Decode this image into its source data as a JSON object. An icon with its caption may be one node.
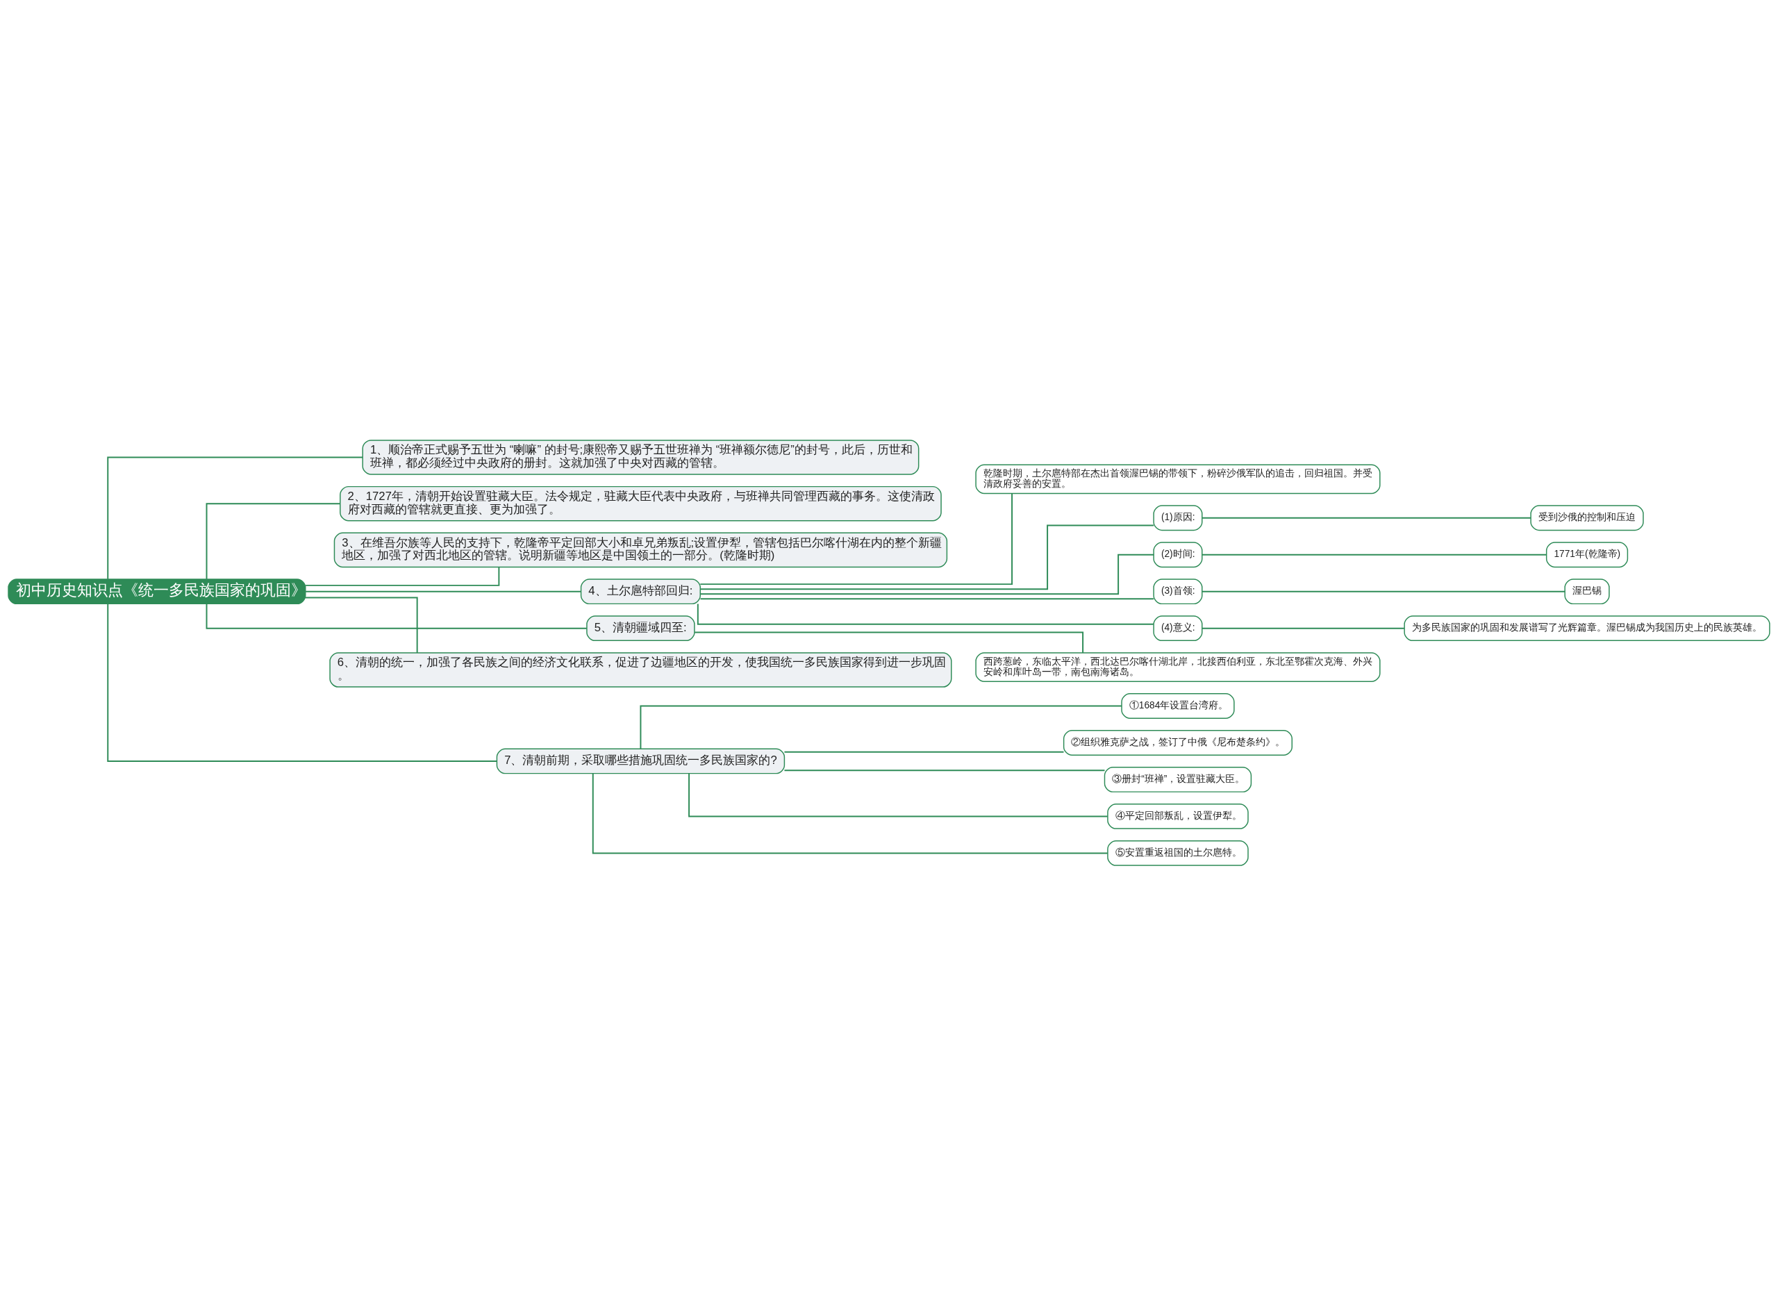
{
  "diagram": {
    "nodes": [
      {
        "text": [
          "初中历史知识点《统一多民族国家的巩固》"
        ]
      },
      {
        "text": [
          "1、顺治帝正式赐予五世为 “喇嘛” 的封号;康熙帝又赐予五世班禅为 “班禅额尔德尼”的封号，此后，历世和班禅，都必须经过中央政府的册封。这就加强了中央对西藏的管辖。"
        ]
      },
      {
        "text": [
          "2、1727年，清朝开始设置驻藏大臣。法令规定，驻藏大臣代表中央政府，与班禅共同管理西藏的事务。这使清政府对西藏的管辖就更直接、更为加强了。"
        ]
      },
      {
        "text": [
          "3、在维吾尔族等人民的支持下，乾隆帝平定回部大小和卓兄弟叛乱;设置伊犁，管辖包括巴尔喀什湖在内的整个新疆地区，加强了对西北地区的管辖。说明新疆等地区是中国领土的一部分。(乾隆时期)"
        ]
      },
      {
        "text": [
          "4、土尔扈特部回归:"
        ]
      },
      {
        "text": [
          "乾隆时期，土尔扈特部在杰出首领渥巴锡的带领下，粉碎沙俄军队的追击，回归祖国。并受清政府妥善的安置。"
        ]
      },
      {
        "text": [
          "(1)原因:"
        ]
      },
      {
        "text": [
          "受到沙俄的控制和压迫"
        ]
      },
      {
        "text": [
          "(2)时间:"
        ]
      },
      {
        "text": [
          "1771年(乾隆帝)"
        ]
      },
      {
        "text": [
          "(3)首领:"
        ]
      },
      {
        "text": [
          "渥巴锡"
        ]
      },
      {
        "text": [
          "(4)意义:"
        ]
      },
      {
        "text": [
          "为多民族国家的巩固和发展谱写了光辉篇章。渥巴锡成为我国历史上的民族英雄。"
        ]
      },
      {
        "text": [
          "5、清朝疆域四至:"
        ]
      },
      {
        "text": [
          "西跨葱岭，东临太平洋，西北达巴尔喀什湖北岸，北接西伯利亚，东北至鄂霍次克海、外兴安岭和库叶岛一带，南包南海诸岛。"
        ]
      },
      {
        "text": [
          "6、清朝的统一，加强了各民族之间的经济文化联系，促进了边疆地区的开发，使我国统一多民族国家得到进一步巩固。"
        ]
      },
      {
        "text": [
          "7、清朝前期，采取哪些措施巩固统一多民族国家的?"
        ]
      },
      {
        "text": [
          "①1684年设置台湾府。"
        ]
      },
      {
        "text": [
          "②组织雅克萨之战，签订了中俄《尼布楚条约》。"
        ]
      },
      {
        "text": [
          "③册封“班禅”，设置驻藏大臣。"
        ]
      },
      {
        "text": [
          "④平定回部叛乱，设置伊犁。"
        ]
      },
      {
        "text": [
          "⑤安置重返祖国的土尔扈特。"
        ]
      }
    ],
    "edges": [
      {
        "from": 0,
        "to": 1,
        "arrow": "none"
      },
      {
        "from": 0,
        "to": 2,
        "arrow": "none"
      },
      {
        "from": 0,
        "to": 3,
        "arrow": "none"
      },
      {
        "from": 0,
        "to": 4,
        "arrow": "none"
      },
      {
        "from": 4,
        "to": 5,
        "arrow": "none"
      },
      {
        "from": 4,
        "to": 6,
        "arrow": "none"
      },
      {
        "from": 6,
        "to": 7,
        "arrow": "none"
      },
      {
        "from": 4,
        "to": 8,
        "arrow": "none"
      },
      {
        "from": 8,
        "to": 9,
        "arrow": "none"
      },
      {
        "from": 4,
        "to": 10,
        "arrow": "none"
      },
      {
        "from": 10,
        "to": 11,
        "arrow": "none"
      },
      {
        "from": 4,
        "to": 12,
        "arrow": "none"
      },
      {
        "from": 12,
        "to": 13,
        "arrow": "none"
      },
      {
        "from": 0,
        "to": 14,
        "arrow": "none"
      },
      {
        "from": 14,
        "to": 15,
        "arrow": "none"
      },
      {
        "from": 0,
        "to": 16,
        "arrow": "none"
      },
      {
        "from": 0,
        "to": 17,
        "arrow": "none"
      },
      {
        "from": 17,
        "to": 18,
        "arrow": "none"
      },
      {
        "from": 17,
        "to": 19,
        "arrow": "none"
      },
      {
        "from": 17,
        "to": 20,
        "arrow": "none"
      },
      {
        "from": 17,
        "to": 21,
        "arrow": "none"
      },
      {
        "from": 17,
        "to": 22,
        "arrow": "none"
      }
    ]
  }
}
